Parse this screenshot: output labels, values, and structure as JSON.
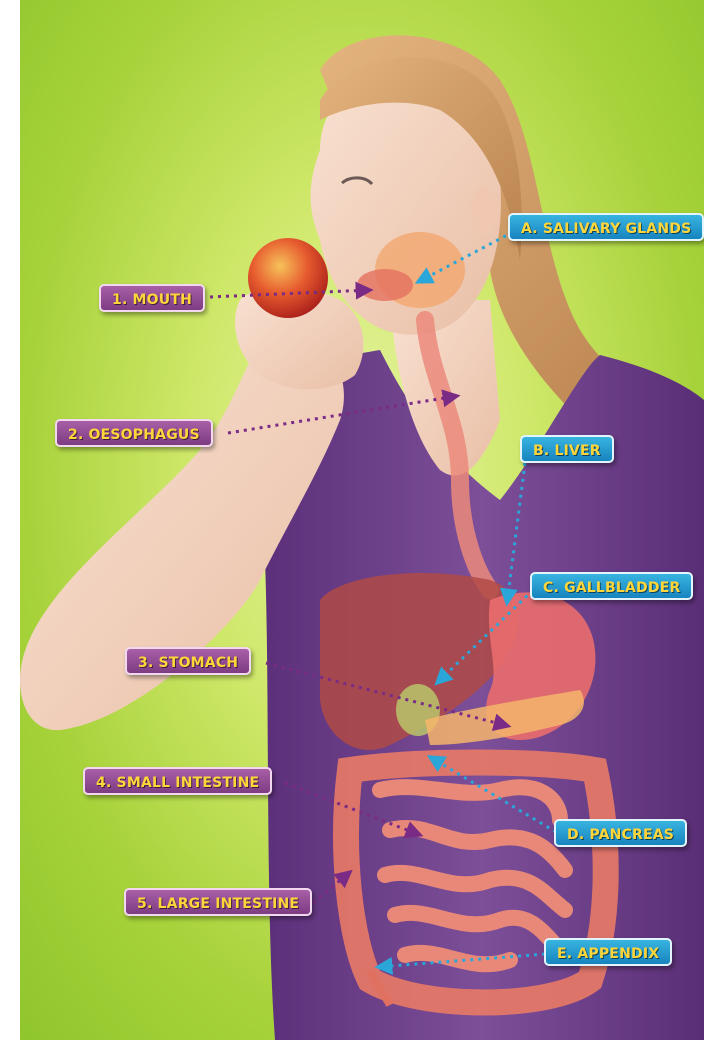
{
  "diagram": {
    "left_labels": [
      {
        "id": "mouth",
        "text": "1. MOUTH"
      },
      {
        "id": "oesophagus",
        "text": "2. OESOPHAGUS"
      },
      {
        "id": "stomach",
        "text": "3. STOMACH"
      },
      {
        "id": "small_intestine",
        "text": "4. SMALL INTESTINE"
      },
      {
        "id": "large_intestine",
        "text": "5. LARGE INTESTINE"
      }
    ],
    "right_labels": [
      {
        "id": "salivary_glands",
        "text": "A. SALIVARY GLANDS"
      },
      {
        "id": "liver",
        "text": "B. LIVER"
      },
      {
        "id": "gallbladder",
        "text": "C. GALLBLADDER"
      },
      {
        "id": "pancreas",
        "text": "D. PANCREAS"
      },
      {
        "id": "appendix",
        "text": "E. APPENDIX"
      }
    ]
  },
  "colors": {
    "background": "#a7d23a",
    "purple_label": "#8e4a92",
    "blue_label": "#1e95cf",
    "label_text": "#ffd63a",
    "purple_leader": "#7a2b86",
    "blue_leader": "#2aa6d9",
    "shirt": "#6a3d86",
    "organs": "#e56f5f"
  }
}
